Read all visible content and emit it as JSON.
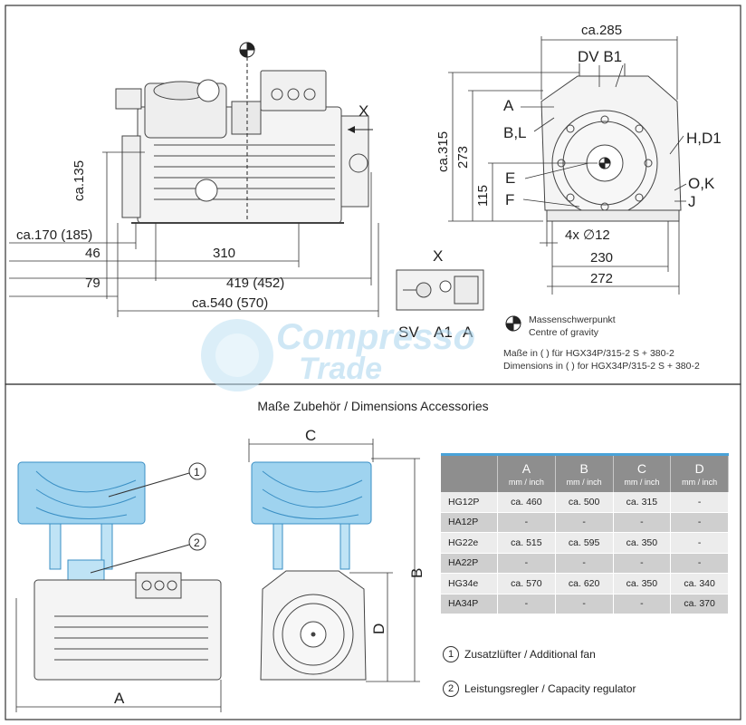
{
  "top": {
    "side_view": {
      "dims": {
        "d135": "ca.135",
        "d170": "ca.170 (185)",
        "d46": "46",
        "d310": "310",
        "d79": "79",
        "d419": "419 (452)",
        "d540": "ca.540 (570)"
      },
      "x_marker": "X"
    },
    "front_view": {
      "dims": {
        "d285": "ca.285",
        "d315": "ca.315",
        "d273": "273",
        "d115": "115",
        "holes": "4x ∅12",
        "d230": "230",
        "d272": "272"
      },
      "labels": {
        "dv_b1": "DV B1",
        "a": "A",
        "bl": "B,L",
        "hd1": "H,D1",
        "e": "E",
        "f": "F",
        "ok": "O,K",
        "j": "J"
      }
    },
    "detail_x": {
      "title": "X",
      "sv": "SV",
      "a1": "A1",
      "a": "A"
    },
    "legend": {
      "centre_de": "Massenschwerpunkt",
      "centre_en": "Centre of gravity",
      "note_de": "Maße in ( ) für HGX34P/315-2 S + 380-2",
      "note_en": "Dimensions in ( ) for HGX34P/315-2 S + 380-2"
    },
    "watermark": {
      "line1": "Compresso",
      "line2": "Trade"
    }
  },
  "bottom": {
    "title": "Maße Zubehör / Dimensions Accessories",
    "callouts": [
      "1",
      "2"
    ],
    "dim_letters": {
      "a": "A",
      "b": "B",
      "c": "C",
      "d": "D"
    },
    "table": {
      "columns": [
        "A",
        "B",
        "C",
        "D"
      ],
      "unit": "mm / inch",
      "rows": [
        {
          "model": "HG12P",
          "a": "ca. 460",
          "b": "ca. 500",
          "c": "ca. 315",
          "d": "-"
        },
        {
          "model": "HA12P",
          "a": "-",
          "b": "-",
          "c": "-",
          "d": "-"
        },
        {
          "model": "HG22e",
          "a": "ca. 515",
          "b": "ca. 595",
          "c": "ca. 350",
          "d": "-"
        },
        {
          "model": "HA22P",
          "a": "-",
          "b": "-",
          "c": "-",
          "d": "-"
        },
        {
          "model": "HG34e",
          "a": "ca. 570",
          "b": "ca. 620",
          "c": "ca. 350",
          "d": "ca. 340"
        },
        {
          "model": "HA34P",
          "a": "-",
          "b": "-",
          "c": "-",
          "d": "ca. 370"
        }
      ]
    },
    "legend_items": [
      {
        "num": "1",
        "text": "Zusatzlüfter / Additional fan"
      },
      {
        "num": "2",
        "text": "Leistungsregler / Capacity regulator"
      }
    ],
    "colors": {
      "accent_blue": "#4aa3d8",
      "fan_fill": "#9fd3ef"
    }
  }
}
